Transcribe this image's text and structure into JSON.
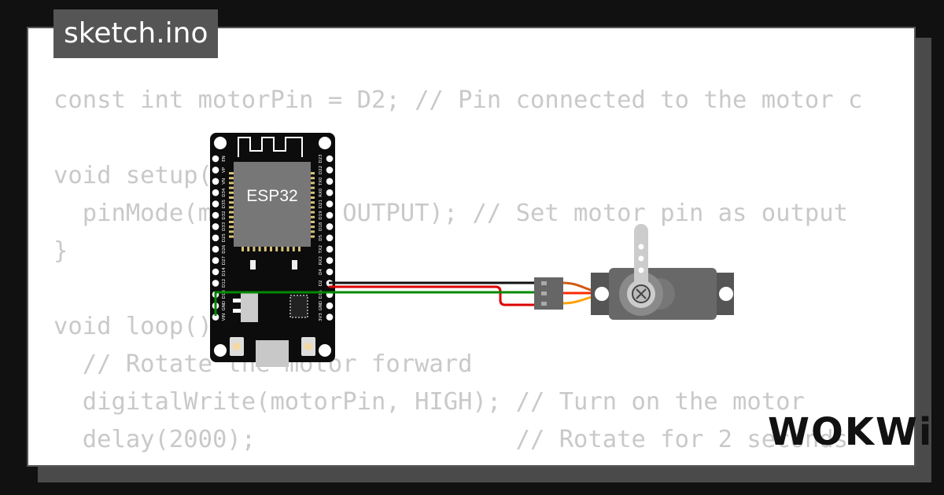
{
  "file_tab": {
    "label": "sketch.ino"
  },
  "code_lines": [
    "const int motorPin = D2; // Pin connected to the motor c",
    "",
    "void setup() {",
    "  pinMode(motorPin, OUTPUT); // Set motor pin as output",
    "}",
    "",
    "void loop() {",
    "  // Rotate the motor forward",
    "  digitalWrite(motorPin, HIGH); // Turn on the motor",
    "  delay(2000);                  // Rotate for 2 seconds"
  ],
  "board": {
    "chip_label": "ESP32",
    "left_pins": [
      "EN",
      "VP",
      "VN",
      "D34",
      "D35",
      "D32",
      "D33",
      "D25",
      "D26",
      "D27",
      "D14",
      "D12",
      "D13",
      "GND",
      "VIN"
    ],
    "right_pins": [
      "D23",
      "D22",
      "TX0",
      "RX0",
      "D21",
      "D19",
      "D18",
      "D5",
      "TX2",
      "RX2",
      "D4",
      "D2",
      "D15",
      "GND",
      "3V3"
    ]
  },
  "wires": {
    "signal_color": "#e6ad00",
    "power_color": "#dd0000",
    "ground_color": "#111111",
    "green_color": "#008800"
  },
  "brand": {
    "logo_text": "WOKWi"
  },
  "icons": {
    "servo": "servo-motor-icon",
    "board": "esp32-board-icon"
  }
}
